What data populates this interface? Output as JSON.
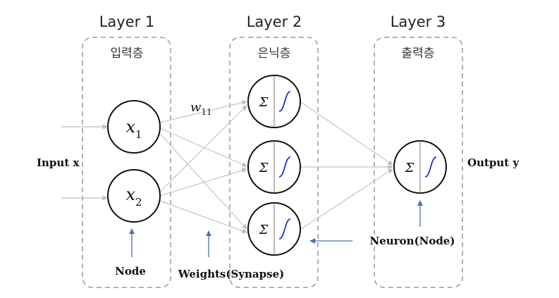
{
  "layers": [
    {
      "title": "Layer 1",
      "subtitle": "입력층"
    },
    {
      "title": "Layer 2",
      "subtitle": "은닉층"
    },
    {
      "title": "Layer 3",
      "subtitle": "출력층"
    }
  ],
  "inputs": [
    {
      "var": "x",
      "sub": "1"
    },
    {
      "var": "x",
      "sub": "2"
    }
  ],
  "neuron_symbol": "Σ",
  "weight": {
    "var": "w",
    "sub": "11"
  },
  "labels": {
    "input": "Input x",
    "output": "Output y",
    "node": "Node",
    "weights": "Weights(Synapse)",
    "neuron": "Neuron(Node)"
  },
  "colors": {
    "box_border": "#9a9a9a",
    "connection": "#c4c4c4",
    "annotation_arrow": "#4a6fa5",
    "sigmoid": "#1f2fd0",
    "node_stroke": "#111111"
  }
}
